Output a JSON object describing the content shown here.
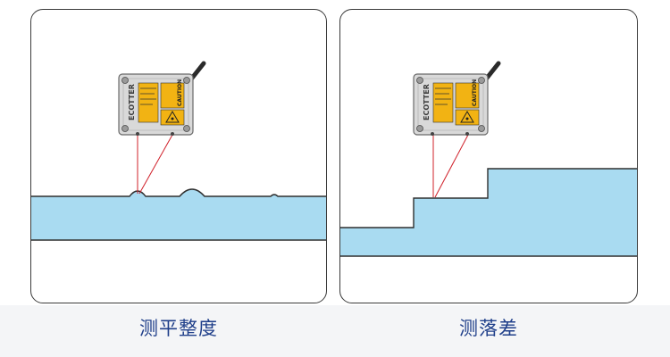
{
  "captions": {
    "left": "测平整度",
    "right": "测落差"
  },
  "sensor": {
    "brand": "ECOTTER",
    "warning_label": "CAUTION"
  },
  "colors": {
    "surface_fill": "#a9dbf1",
    "surface_stroke": "#2f2f2f",
    "laser": "#d0202a",
    "sensor_body": "#d9d9d9",
    "label_yellow": "#f2b313",
    "caption_text": "#1f3f8a",
    "footer_band": "#f4f5f7"
  },
  "icons": [
    "laser-sensor-icon",
    "laser-warning-icon",
    "cable-icon"
  ]
}
